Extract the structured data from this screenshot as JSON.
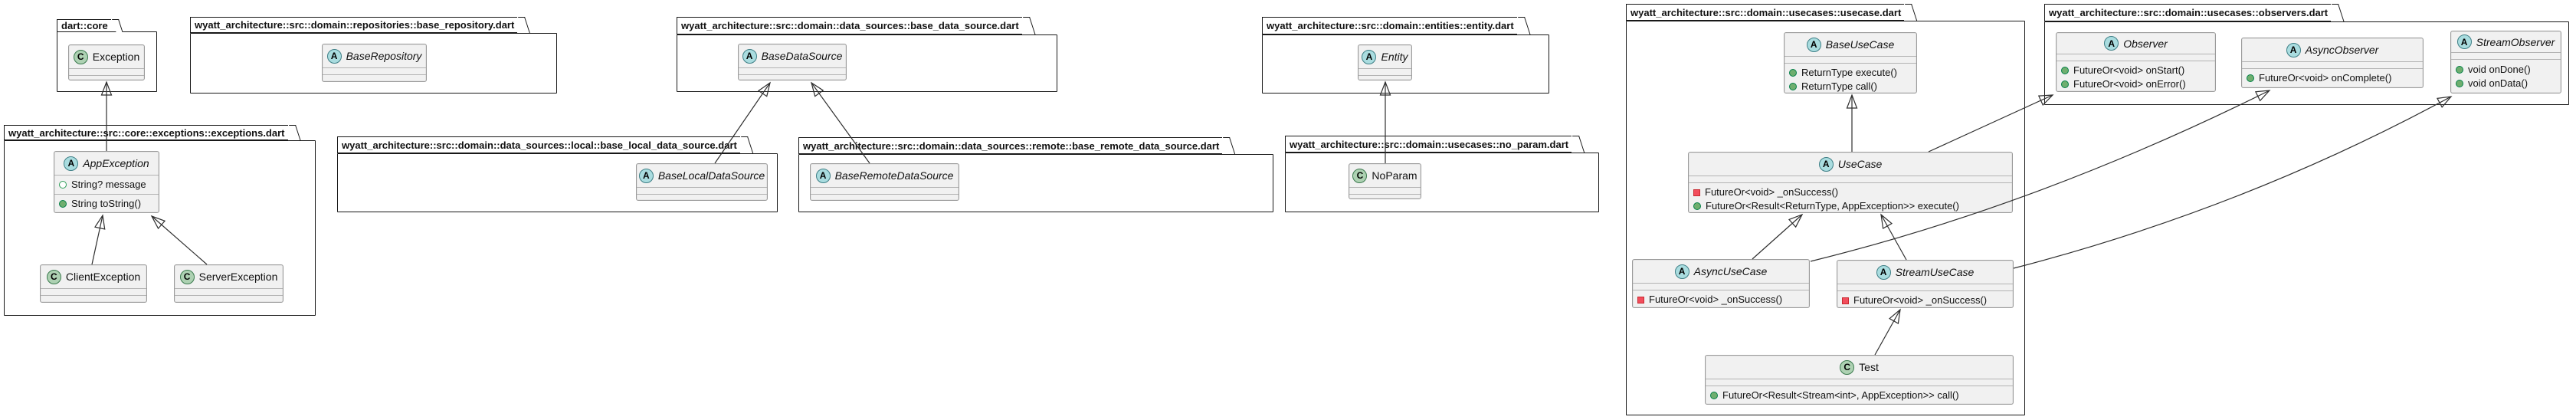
{
  "diagram": {
    "type": "uml-class-diagram",
    "colors": {
      "abstract_badge": "#a9dcdf",
      "class_badge": "#add1b2",
      "box_fill": "#f1f1f1",
      "public_marker": "#038048",
      "private_marker": "#f24d5c",
      "border": "#181818"
    },
    "packages": [
      {
        "title": "dart::core",
        "classes": [
          {
            "name": "Exception",
            "kind": "class",
            "icon": "C",
            "members": []
          }
        ]
      },
      {
        "title": "wyatt_architecture::src::core::exceptions::exceptions.dart",
        "classes": [
          {
            "name": "AppException",
            "kind": "abstract",
            "icon": "A",
            "fields": [
              {
                "marker": "field-public",
                "text": "String? message"
              }
            ],
            "methods": [
              {
                "marker": "method-public",
                "text": "String toString()"
              }
            ]
          },
          {
            "name": "ClientException",
            "kind": "class",
            "icon": "C",
            "members": []
          },
          {
            "name": "ServerException",
            "kind": "class",
            "icon": "C",
            "members": []
          }
        ]
      },
      {
        "title": "wyatt_architecture::src::domain::repositories::base_repository.dart",
        "classes": [
          {
            "name": "BaseRepository",
            "kind": "abstract",
            "icon": "A",
            "members": []
          }
        ]
      },
      {
        "title": "wyatt_architecture::src::domain::data_sources::base_data_source.dart",
        "classes": [
          {
            "name": "BaseDataSource",
            "kind": "abstract",
            "icon": "A",
            "members": []
          }
        ]
      },
      {
        "title": "wyatt_architecture::src::domain::data_sources::local::base_local_data_source.dart",
        "classes": [
          {
            "name": "BaseLocalDataSource",
            "kind": "abstract",
            "icon": "A",
            "members": []
          }
        ]
      },
      {
        "title": "wyatt_architecture::src::domain::data_sources::remote::base_remote_data_source.dart",
        "classes": [
          {
            "name": "BaseRemoteDataSource",
            "kind": "abstract",
            "icon": "A",
            "members": []
          }
        ]
      },
      {
        "title": "wyatt_architecture::src::domain::entities::entity.dart",
        "classes": [
          {
            "name": "Entity",
            "kind": "abstract",
            "icon": "A",
            "members": []
          }
        ]
      },
      {
        "title": "wyatt_architecture::src::domain::usecases::no_param.dart",
        "classes": [
          {
            "name": "NoParam",
            "kind": "class",
            "icon": "C",
            "members": []
          }
        ]
      },
      {
        "title": "wyatt_architecture::src::domain::usecases::usecase.dart",
        "classes": [
          {
            "name": "BaseUseCase",
            "kind": "abstract",
            "icon": "A",
            "methods": [
              {
                "marker": "method-public",
                "text": "ReturnType execute()"
              },
              {
                "marker": "method-public",
                "text": "ReturnType call()"
              }
            ]
          },
          {
            "name": "UseCase",
            "kind": "abstract",
            "icon": "A",
            "methods": [
              {
                "marker": "method-private",
                "text": "FutureOr<void> _onSuccess()"
              },
              {
                "marker": "method-public",
                "text": "FutureOr<Result<ReturnType, AppException>> execute()"
              }
            ]
          },
          {
            "name": "AsyncUseCase",
            "kind": "abstract",
            "icon": "A",
            "methods": [
              {
                "marker": "method-private",
                "text": "FutureOr<void> _onSuccess()"
              }
            ]
          },
          {
            "name": "StreamUseCase",
            "kind": "abstract",
            "icon": "A",
            "methods": [
              {
                "marker": "method-private",
                "text": "FutureOr<void> _onSuccess()"
              }
            ]
          },
          {
            "name": "Test",
            "kind": "class",
            "icon": "C",
            "methods": [
              {
                "marker": "method-public",
                "text": "FutureOr<Result<Stream<int>, AppException>> call()"
              }
            ]
          }
        ]
      },
      {
        "title": "wyatt_architecture::src::domain::usecases::observers.dart",
        "classes": [
          {
            "name": "Observer",
            "kind": "abstract",
            "icon": "A",
            "methods": [
              {
                "marker": "method-public",
                "text": "FutureOr<void> onStart()"
              },
              {
                "marker": "method-public",
                "text": "FutureOr<void> onError()"
              }
            ]
          },
          {
            "name": "AsyncObserver",
            "kind": "abstract",
            "icon": "A",
            "methods": [
              {
                "marker": "method-public",
                "text": "FutureOr<void> onComplete()"
              }
            ]
          },
          {
            "name": "StreamObserver",
            "kind": "abstract",
            "icon": "A",
            "methods": [
              {
                "marker": "method-public",
                "text": "void onDone()"
              },
              {
                "marker": "method-public",
                "text": "void onData()"
              }
            ]
          }
        ]
      }
    ],
    "relationships": [
      {
        "from": "AppException",
        "to": "Exception",
        "type": "extends"
      },
      {
        "from": "ClientException",
        "to": "AppException",
        "type": "extends"
      },
      {
        "from": "ServerException",
        "to": "AppException",
        "type": "extends"
      },
      {
        "from": "BaseLocalDataSource",
        "to": "BaseDataSource",
        "type": "extends"
      },
      {
        "from": "BaseRemoteDataSource",
        "to": "BaseDataSource",
        "type": "extends"
      },
      {
        "from": "NoParam",
        "to": "Entity",
        "type": "extends"
      },
      {
        "from": "UseCase",
        "to": "BaseUseCase",
        "type": "extends"
      },
      {
        "from": "AsyncUseCase",
        "to": "UseCase",
        "type": "extends"
      },
      {
        "from": "StreamUseCase",
        "to": "UseCase",
        "type": "extends"
      },
      {
        "from": "Test",
        "to": "StreamUseCase",
        "type": "extends"
      },
      {
        "from": "UseCase",
        "to": "Observer",
        "type": "extends"
      },
      {
        "from": "AsyncUseCase",
        "to": "AsyncObserver",
        "type": "extends"
      },
      {
        "from": "StreamUseCase",
        "to": "StreamObserver",
        "type": "extends"
      }
    ]
  }
}
